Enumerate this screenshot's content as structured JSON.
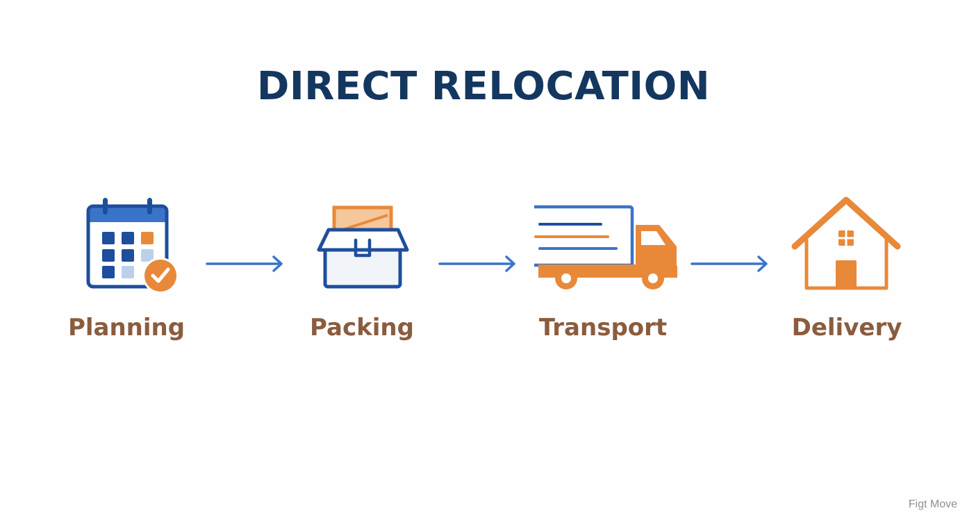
{
  "title": "DIRECT RELOCATION",
  "steps": [
    {
      "label": "Planning",
      "icon": "calendar-check-icon"
    },
    {
      "label": "Packing",
      "icon": "open-box-icon"
    },
    {
      "label": "Transport",
      "icon": "moving-truck-icon"
    },
    {
      "label": "Delivery",
      "icon": "house-icon"
    }
  ],
  "watermark": "Figt Move",
  "colors": {
    "title": "#13375f",
    "label": "#8a5c3e",
    "blue": "#1e4e9c",
    "arrow": "#3a74c8",
    "orange": "#e8893a"
  }
}
